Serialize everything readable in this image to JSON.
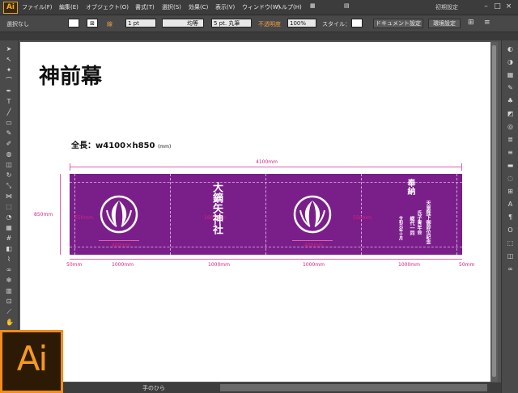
{
  "menubar": {
    "app_logo": "Ai",
    "items": [
      "ファイル(F)",
      "編集(E)",
      "オブジェクト(O)",
      "書式(T)",
      "選択(S)",
      "効果(C)",
      "表示(V)",
      "ウィンドウ(W)",
      "ヘルプ(H)"
    ],
    "workspace": "初期設定"
  },
  "controlbar": {
    "selection_status": "選択なし",
    "stroke_label": "線",
    "stroke_weight": "1 pt",
    "stroke_style": "均等",
    "brush": "5 pt. 丸筆",
    "opacity_label": "不透明度",
    "opacity_value": "100%",
    "style_label": "スタイル：",
    "doc_settings_button": "ドキュメント設定",
    "prefs_button": "環境設定"
  },
  "status": {
    "tool": "手のひら"
  },
  "document": {
    "title": "神前幕",
    "dimension_label": "全長：w4100×h850",
    "dimension_unit": "(mm)",
    "total_width": "4100mm",
    "height_label": "850mm",
    "side_margin_left": "50mm",
    "side_margin_right": "50mm",
    "segment_labels": [
      "1000mm",
      "1000mm",
      "1000mm",
      "1000mm"
    ],
    "inner_height_left": "550mm",
    "inner_width_center": "1600mm",
    "inner_height_right": "550mm",
    "crest_size_1": "400mm",
    "crest_size_2": "400mm",
    "shrine_name": "大鏑矢神社",
    "offering": "奉納",
    "dedication": "天皇陛下御即位記念",
    "donor_line_1": "氏子青年会",
    "donor_line_2": "総代一同",
    "date_line": "令和元年十月"
  },
  "colors": {
    "banner": "#7a1f8a",
    "dimension": "#d4237d",
    "logo_accent": "#f28c1a"
  }
}
